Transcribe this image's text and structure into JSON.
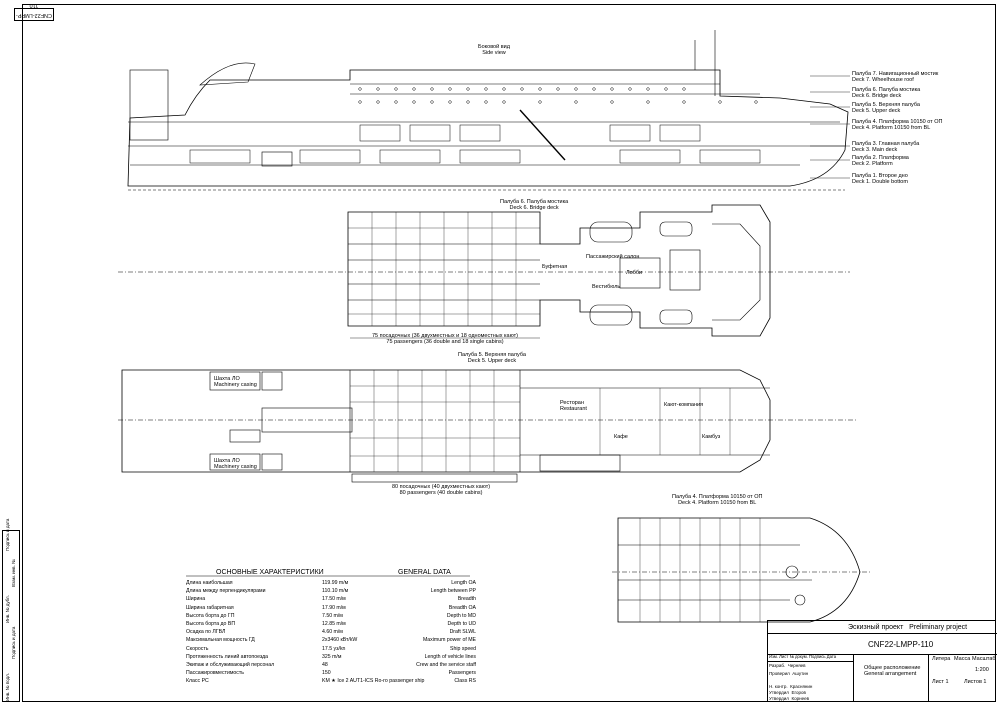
{
  "stamp": "CNF22-LMPP-110",
  "side_column": [
    "Подпись и дата",
    "Взам. инв. №",
    "Инв. № дубл.",
    "Подпись и дата",
    "Инв. № подл."
  ],
  "side_view": {
    "title_ru": "Боковой вид",
    "title_en": "Side view"
  },
  "deck_levels": [
    {
      "ru": "Палуба 7. Навигационный мостик",
      "en": "Deck 7. Wheelhouse roof"
    },
    {
      "ru": "Палуба 6. Палуба мостика",
      "en": "Deck 6. Bridge deck"
    },
    {
      "ru": "Палуба 5. Верхняя палуба",
      "en": "Deck 5. Upper deck"
    },
    {
      "ru": "Палуба 4. Платформа 10150 от ОП",
      "en": "Deck 4. Platform 10150 from BL"
    },
    {
      "ru": "Палуба 3. Главная палуба",
      "en": "Deck 3. Main deck"
    },
    {
      "ru": "Палуба 2. Платформа",
      "en": "Deck 2. Platform"
    },
    {
      "ru": "Палуба 1. Второе дно",
      "en": "Deck 1. Double bottom"
    }
  ],
  "bridge_deck": {
    "title_ru": "Палуба 6. Палуба мостика",
    "title_en": "Deck 6. Bridge deck",
    "rooms": [
      "Буфетная",
      "Пассажирский салон",
      "Вестибюль",
      "Лобби"
    ],
    "caption": "75 посадочных (36 двухместных и 18 одноместных кают)",
    "caption2": "75 passengers (36 double and 18 single cabins)"
  },
  "upper_deck": {
    "title_ru": "Палуба 5. Верхняя палуба",
    "title_en": "Deck 5. Upper deck",
    "rooms": [
      "Шахта ЛО",
      "Machinery casing",
      "Шахта ЛО",
      "Machinery casing",
      "Ресторан",
      "Restaurant",
      "Кают-компания",
      "Кафе",
      "Камбуз"
    ],
    "caption": "80 посадочных (40 двухместных кают)",
    "caption2": "80 passengers (40 double cabins)"
  },
  "platform_deck": {
    "title_ru": "Палуба 4. Платформа 10150 от ОП",
    "title_en": "Deck 4. Platform 10150 from BL"
  },
  "general_data": {
    "heading_ru": "ОСНОВНЫЕ ХАРАКТЕРИСТИКИ",
    "heading_en": "GENERAL DATA",
    "rows": [
      {
        "ru": "Длина наибольшая",
        "val": "119.99 m/м",
        "en": "Length OA"
      },
      {
        "ru": "Длина между перпендикулярами",
        "val": "110.10 m/м",
        "en": "Length between PP"
      },
      {
        "ru": "Ширина",
        "val": "17.50 m/м",
        "en": "Breadth"
      },
      {
        "ru": "Ширина габаритная",
        "val": "17.90 m/м",
        "en": "Breadth OA"
      },
      {
        "ru": "Высота борта до ГП",
        "val": "7.50 m/м",
        "en": "Depth to MD"
      },
      {
        "ru": "Высота борта до ВП",
        "val": "12.85 m/м",
        "en": "Depth to UD"
      },
      {
        "ru": "Осадка по ЛГВЛ",
        "val": "4.60 m/м",
        "en": "Draft SLWL"
      },
      {
        "ru": "Максимальная мощность ГД",
        "val": "2x3460 кВт/kW",
        "en": "Maximum power of ME"
      },
      {
        "ru": "Скорость",
        "val": "17.5 уз/kn",
        "en": "Ship speed"
      },
      {
        "ru": "Протяженность линий автопоезда",
        "val": "325 m/м",
        "en": "Length of vehicle lines"
      },
      {
        "ru": "Экипаж и обслуживающий персонал",
        "val": "48",
        "en": "Crew and the service staff"
      },
      {
        "ru": "Пассажировместимость",
        "val": "150",
        "en": "Passengers"
      },
      {
        "ru": "Класс РС",
        "val": "KM ★ Ice 2 AUT1-ICS Ro-ro passenger ship",
        "en": "Class RS"
      }
    ]
  },
  "title_block": {
    "project_ru": "Эскизный проект",
    "project_en": "Preliminary project",
    "code": "CNF22-LMPP-110",
    "drawing_ru": "Общее расположение",
    "drawing_en": "General arrangement",
    "scale": "1:200",
    "sheet": "Лист 1",
    "sheets": "Листов 1",
    "hdr": [
      "Изм.",
      "Лист",
      "№ докум.",
      "Подпись",
      "Дата"
    ],
    "roles": [
      {
        "role": "Разраб.",
        "name": "Черняев"
      },
      {
        "role": "Проверил",
        "name": "Ашутин"
      },
      {
        "role": "Н. контр.",
        "name": "Краснянин"
      },
      {
        "role": "Утвердил",
        "name": "Егоров"
      },
      {
        "role": "Утвердил",
        "name": "Корнеев"
      }
    ],
    "col_labels": [
      "Литера",
      "Масса",
      "Масштаб"
    ]
  }
}
